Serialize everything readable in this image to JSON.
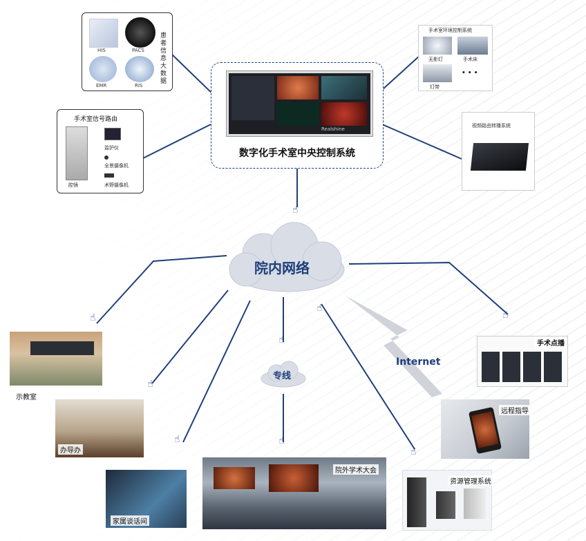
{
  "colors": {
    "line": "#1f3e7a",
    "cloud": "#d9dde6",
    "accent_blue": "#1f3e7a"
  },
  "his_box": {
    "vertical_title": "患者信息大数据",
    "items": [
      "HIS",
      "PACS",
      "EMR",
      "RIS"
    ]
  },
  "signal_box": {
    "title": "手术室信号路由",
    "items": [
      "监护仪",
      "全景摄像机",
      "腔镜",
      "术野摄像机"
    ]
  },
  "central": {
    "title": "数字化手术室中央控制系统",
    "screen_brand": "Realshine"
  },
  "env_box": {
    "title": "手术室环境控制系统",
    "items": [
      "无影灯",
      "手术床",
      "灯带",
      "• • •"
    ]
  },
  "video_box": {
    "title": "视频路由转播系统"
  },
  "network": {
    "main_cloud": "院内网络",
    "dedicated_cloud": "专线",
    "internet_label": "Internet"
  },
  "endpoints": {
    "classroom": "示教室",
    "office": "办导办",
    "family": "家属谈话间",
    "conference": "院外学术大会",
    "resource": "资源管理系统",
    "remote": "远程指导",
    "vod": "手术点播"
  },
  "icons": [
    "hand-cursor-icon"
  ]
}
